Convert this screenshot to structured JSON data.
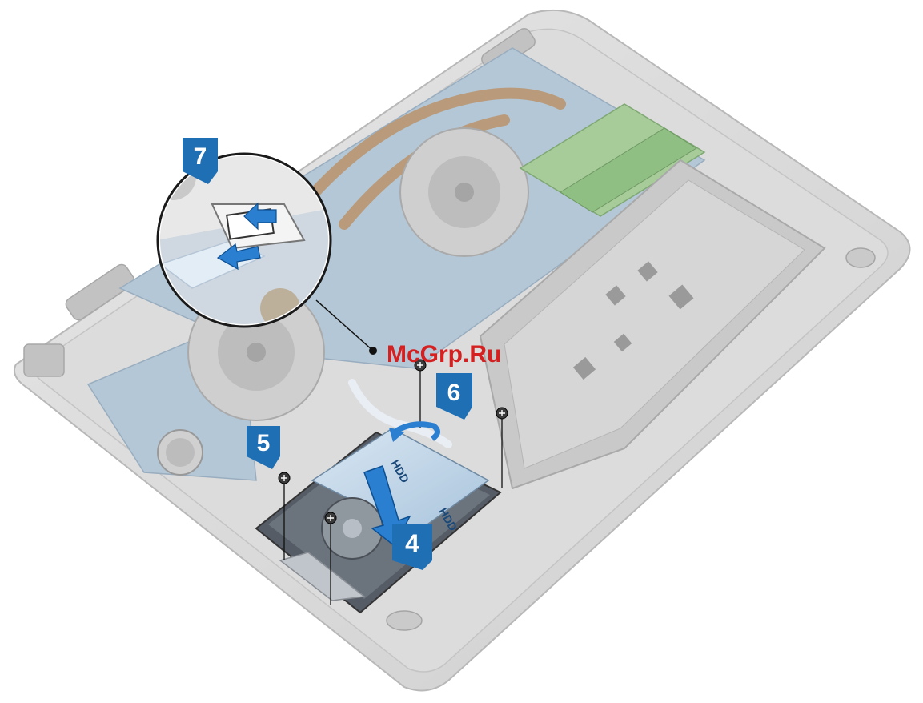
{
  "watermark": "McGrp.Ru",
  "steps": {
    "s4": "4",
    "s5": "5",
    "s6": "6",
    "s7": "7"
  },
  "hdd_label": "HDD",
  "colors": {
    "callout_blue": "#1f6fb5",
    "arrow_blue": "#2a7fd0",
    "watermark_red": "#d42020",
    "chassis_gray": "#d4d4d4",
    "board_blue": "#9fb8cc"
  }
}
